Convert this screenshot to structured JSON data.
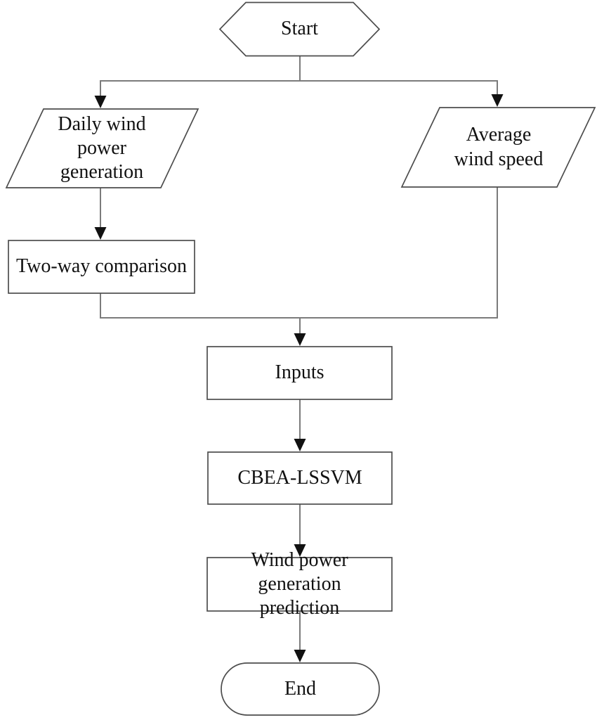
{
  "diagram": {
    "nodes": {
      "start": {
        "label": "Start",
        "type": "terminator"
      },
      "daily_wind": {
        "label": "Daily wind\npower\ngeneration",
        "type": "data-parallelogram"
      },
      "avg_wind": {
        "label": "Average\nwind speed",
        "type": "data-parallelogram"
      },
      "comparison": {
        "label": "Two-way comparison",
        "type": "process"
      },
      "inputs": {
        "label": "Inputs",
        "type": "process"
      },
      "cbea": {
        "label": "CBEA-LSSVM",
        "type": "process"
      },
      "prediction": {
        "label": "Wind power generation\nprediction",
        "type": "process"
      },
      "end": {
        "label": "End",
        "type": "terminator"
      }
    },
    "colors": {
      "background": "#ffffff",
      "shape_border": "#4d4d4d",
      "connector": "#7b7b7b",
      "arrowhead": "#111111",
      "text": "#111111"
    }
  }
}
